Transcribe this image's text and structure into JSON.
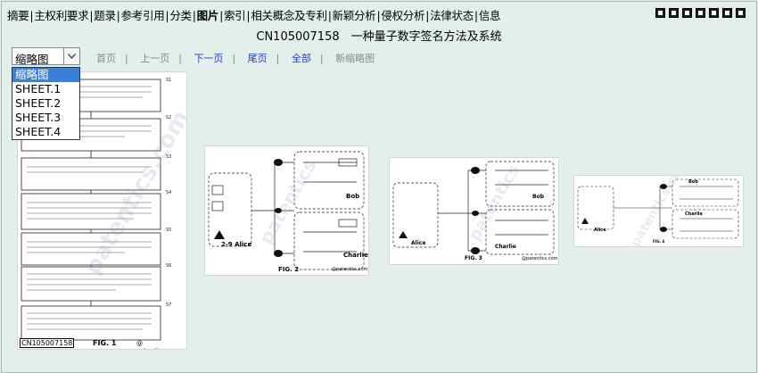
{
  "topnav": {
    "items": [
      "摘要",
      "主权利要求",
      "题录",
      "参考引用",
      "分类",
      "图片",
      "索引",
      "相关概念及专利",
      "新颖分析",
      "侵权分析",
      "法律状态",
      "信息"
    ],
    "active_index": 5
  },
  "header": {
    "title": "CN105007158　一种量子数字签名方法及系统"
  },
  "viewer": {
    "select_value": "缩略图",
    "options": [
      "缩略图",
      "SHEET.1",
      "SHEET.2",
      "SHEET.3",
      "SHEET.4"
    ],
    "selected_option_index": 0
  },
  "pager": {
    "first": "首页",
    "prev": "上一页",
    "next": "下一页",
    "last": "尾页",
    "all": "全部",
    "new_thumbs": "新缩略图"
  },
  "figures": {
    "fig1": {
      "id_label": "CN105007158",
      "caption": "FIG. 1",
      "source": "@ patentics.com"
    },
    "fig2": {
      "caption": "FIG. 2",
      "source": "@patentics.com",
      "bob": "Bob",
      "alice": "2-9 Alice",
      "charlie": "Charlie"
    },
    "fig3": {
      "caption": "FIG. 3",
      "source": "@patentics.com",
      "bob": "Bob",
      "alice": "Alice",
      "charlie": "Charlie"
    },
    "fig4": {
      "caption": "FIG. 4",
      "bob": "Bob",
      "alice": "Alice",
      "charlie": "Charlie"
    }
  }
}
